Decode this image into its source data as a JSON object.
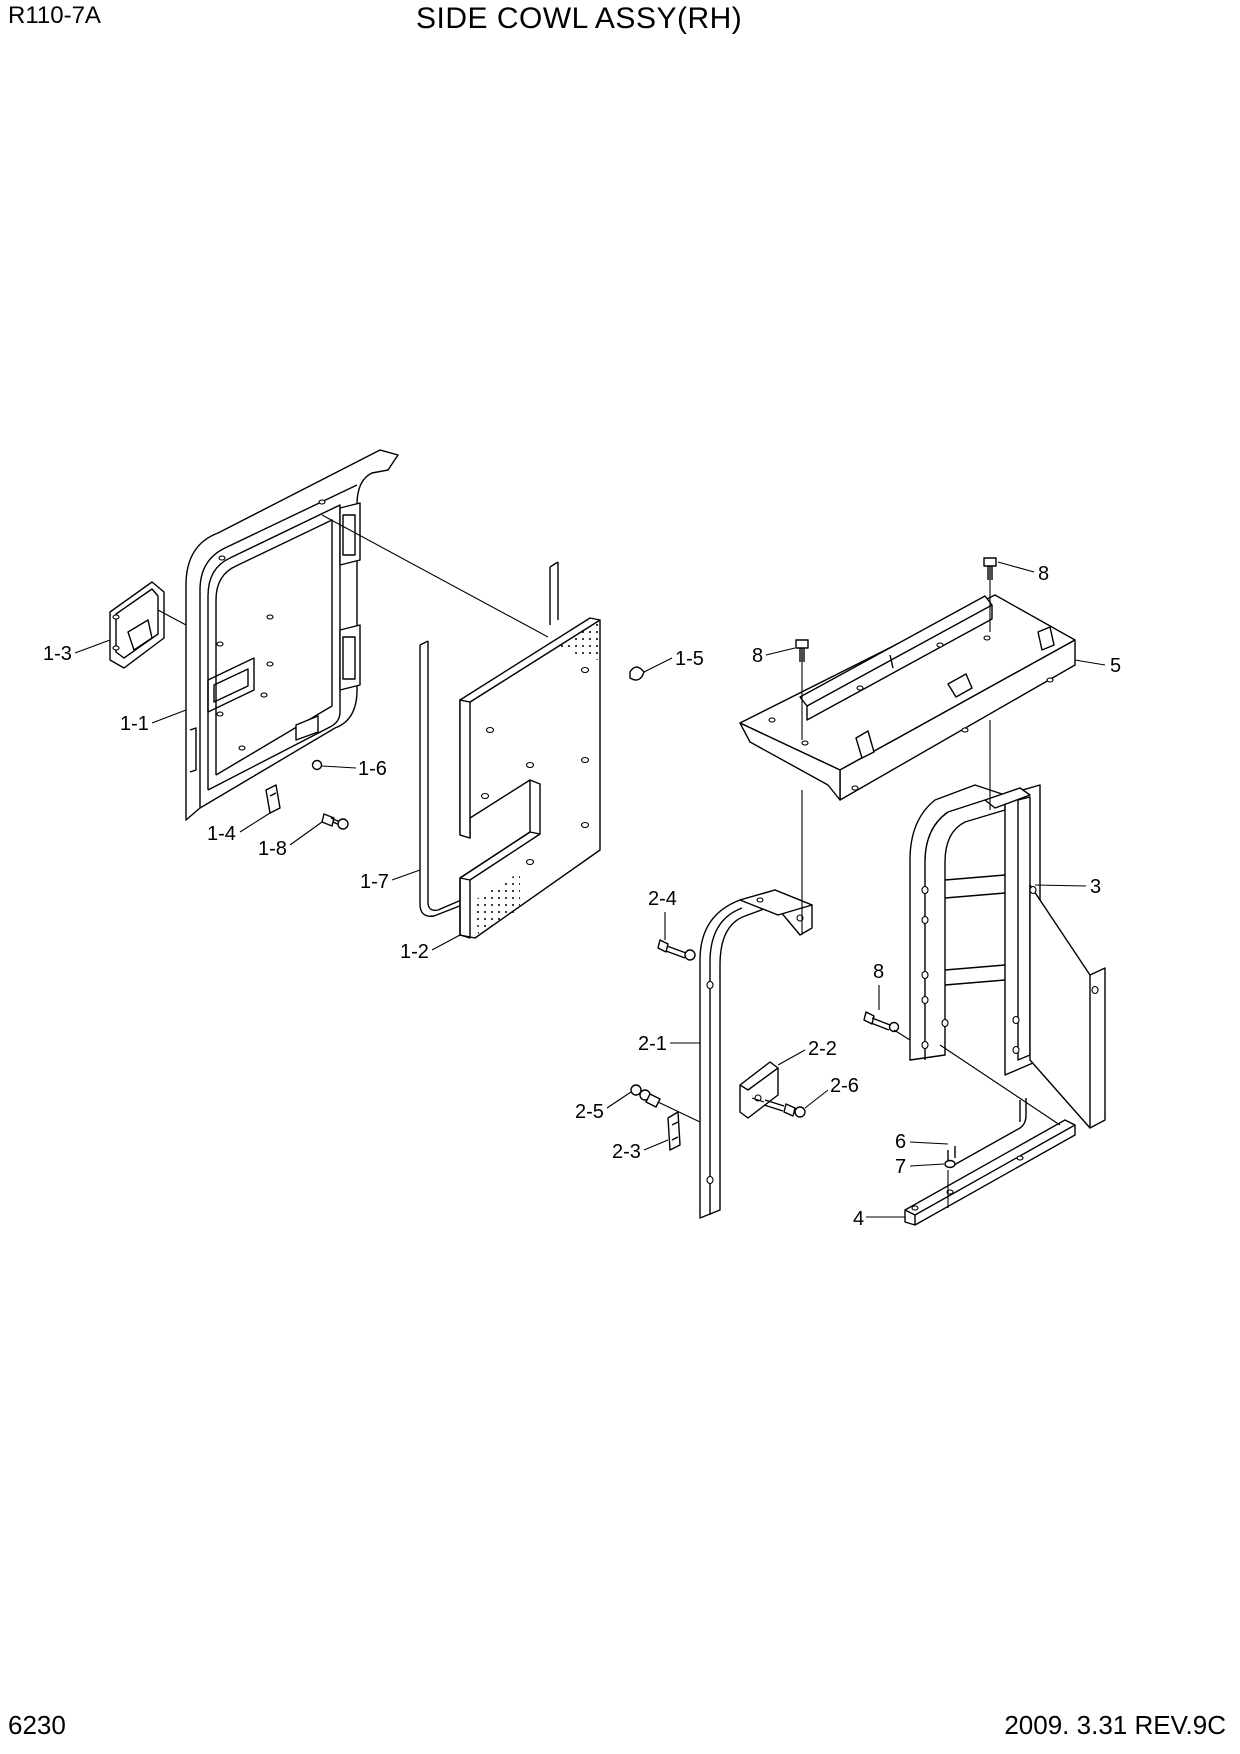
{
  "header": {
    "model": "R110-7A",
    "title": "SIDE COWL ASSY(RH)"
  },
  "footer": {
    "page": "6230",
    "date_rev": "2009. 3.31  REV.9C"
  },
  "callouts": {
    "c1_3": "1-3",
    "c1_1": "1-1",
    "c1_6": "1-6",
    "c1_4": "1-4",
    "c1_8": "1-8",
    "c1_5": "1-5",
    "c1_7": "1-7",
    "c1_2": "1-2",
    "c8a": "8",
    "c8b": "8",
    "c8c": "8",
    "c5": "5",
    "c3": "3",
    "c2_4": "2-4",
    "c2_1": "2-1",
    "c2_2": "2-2",
    "c2_6": "2-6",
    "c2_5": "2-5",
    "c2_3": "2-3",
    "c6": "6",
    "c7": "7",
    "c4": "4"
  }
}
